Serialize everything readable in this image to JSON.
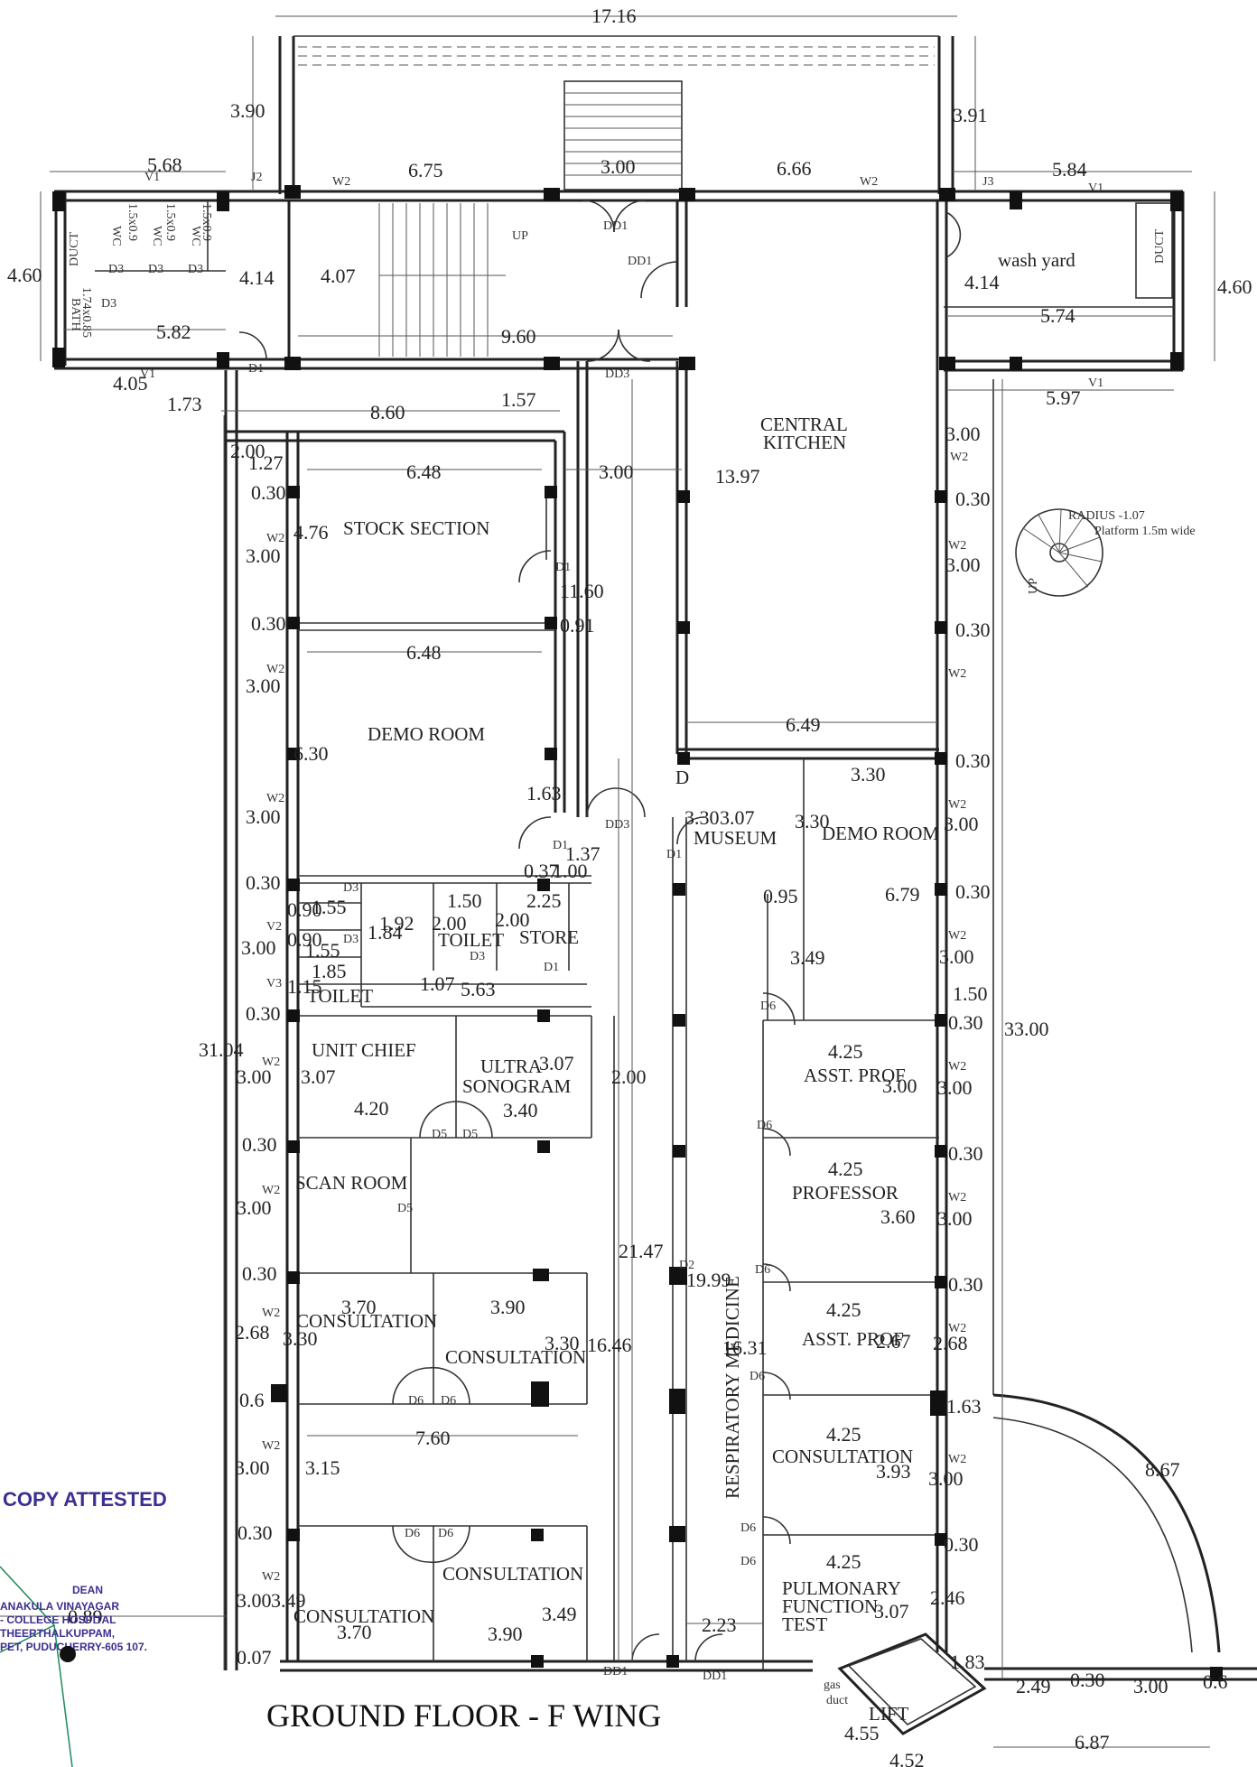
{
  "title": "GROUND FLOOR - F WING",
  "stamp": {
    "heading": "COPY ATTESTED",
    "line1": "DEAN",
    "line2": "ANAKULA VINAYAGAR",
    "line3": "- COLLEGE HOSPITAL",
    "line4": "THEERTHALKUPPAM,",
    "line5": "PET, PUDUCHERRY-605 107."
  },
  "rooms": {
    "central_kitchen_1": "CENTRAL",
    "central_kitchen_2": "KITCHEN",
    "wash_yard": "wash yard",
    "stock_section": "STOCK SECTION",
    "demo_room_left": "DEMO ROOM",
    "museum": "MUSEUM",
    "demo_room_right": "DEMO ROOM",
    "toilet_1": "TOILET",
    "store": "STORE",
    "toilet_2": "TOILET",
    "unit_chief": "UNIT CHIEF",
    "ultra_1": "ULTRA",
    "sonogram": "SONOGRAM",
    "scan_room": "SCAN ROOM",
    "asst_prof_1": "ASST. PROF",
    "professor": "PROFESSOR",
    "asst_prof_2": "ASST. PROF",
    "consultation_1": "CONSULTATION",
    "consultation_2": "CONSULTATION",
    "consultation_3": "CONSULTATION",
    "consultation_4": "CONSULTATION",
    "consultation_5": "CONSULTATION",
    "respiratory": "RESPIRATORY MEDICINE",
    "pulmonary_1": "PULMONARY",
    "pulmonary_2": "FUNCTION",
    "pulmonary_3": "TEST",
    "lift": "LIFT",
    "gas_duct_1": "gas",
    "gas_duct_2": "duct",
    "up_stair": "UP",
    "up_spiral": "UP",
    "duct_left": "DUCT",
    "duct_right": "DUCT",
    "radius_note": "RADIUS -1.07",
    "platform_note": "Platform 1.5m wide"
  },
  "dims": {
    "d17_16": "17.16",
    "d3_90": "3.90",
    "d3_91": "3.91",
    "d5_68": "5.68",
    "d6_75": "6.75",
    "d3_00_top": "3.00",
    "d6_66": "6.66",
    "d5_84": "5.84",
    "d4_60_l": "4.60",
    "d4_60_r": "4.60",
    "d4_14_l": "4.14",
    "d4_07": "4.07",
    "d4_14_r": "4.14",
    "d5_82": "5.82",
    "d9_60": "9.60",
    "d5_74": "5.74",
    "d4_05": "4.05",
    "d1_73": "1.73",
    "d8_60": "8.60",
    "d1_57": "1.57",
    "d5_97": "5.97",
    "d2_00": "2.00",
    "d1_27": "1.27",
    "d6_48_a": "6.48",
    "d3_00_b": "3.00",
    "d13_97": "13.97",
    "d3_00_c": "3.00",
    "d0_30_a": "0.30",
    "d4_76": "4.76",
    "d3_00_d": "3.00",
    "d11_60": "11.60",
    "d0_30_b": "0.30",
    "d0_30_c": "0.30",
    "d3_00_e": "3.00",
    "d6_48_b": "6.48",
    "d0_91": "0.91",
    "d0_30_d": "0.30",
    "d3_00_f": "3.00",
    "d6_30": "6.30",
    "d6_49": "6.49",
    "d0_30_e": "0.30",
    "d3_00_g": "3.00",
    "d1_63": "1.63",
    "d3_30_a": "3.30",
    "d3_30_b": "3.30",
    "d3_07_a": "3.07",
    "d3_30_c": "3.30",
    "d3_00_h": "3.00",
    "d1_37": "1.37",
    "d0_37": "0.37",
    "d1_00": "1.00",
    "d0_30_f": "0.30",
    "d0_95": "0.95",
    "d6_79": "6.79",
    "d0_30_g": "0.30",
    "d0_90_a": "0.90",
    "d1_55_a": "1.55",
    "d1_92": "1.92",
    "d1_50": "1.50",
    "d2_25": "2.25",
    "d2_00_b": "2.00",
    "d1_84": "1.84",
    "d2_00_c": "2.00",
    "d3_00_i": "3.00",
    "d0_90_b": "0.90",
    "d1_55_b": "1.55",
    "d3_49_a": "3.49",
    "d3_00_j": "3.00",
    "d1_85": "1.85",
    "d1_15": "1.15",
    "d1_07": "1.07",
    "d5_63": "5.63",
    "d1_50_b": "1.50",
    "d0_30_h": "0.30",
    "d0_30_i": "0.30",
    "d33_00": "33.00",
    "d31_04": "31.04",
    "d3_00_k": "3.00",
    "d3_07_b": "3.07",
    "d3_07_c": "3.07",
    "d2_00_d": "2.00",
    "d4_25_a": "4.25",
    "d3_00_l": "3.00",
    "d3_00_m": "3.00",
    "d4_20": "4.20",
    "d3_40": "3.40",
    "d0_30_j": "0.30",
    "d0_30_k": "0.30",
    "d3_00_n": "3.00",
    "d4_25_b": "4.25",
    "d3_60": "3.60",
    "d3_00_o": "3.00",
    "d21_47": "21.47",
    "d0_30_l": "0.30",
    "d0_30_m": "0.30",
    "d19_99": "19.99",
    "d2_68_a": "2.68",
    "d3_30_d": "3.30",
    "d3_70_a": "3.70",
    "d3_90_a": "3.90",
    "d3_30_e": "3.30",
    "d16_46": "16.46",
    "d16_31": "16.31",
    "d4_25_c": "4.25",
    "d2_67": "2.67",
    "d2_68_b": "2.68",
    "d0_6": "0.6",
    "d1_63_b": "1.63",
    "d7_60": "7.60",
    "d3_00_p": "3.00",
    "d3_15": "3.15",
    "d4_25_d": "4.25",
    "d3_93": "3.93",
    "d3_00_q": "3.00",
    "d8_67": "8.67",
    "d0_30_n": "0.30",
    "d0_30_o": "0.30",
    "d4_25_e": "4.25",
    "d3_00_r": "3.00",
    "d3_49_b": "3.49",
    "d3_49_c": "3.49",
    "d3_07_d": "3.07",
    "d2_46": "2.46",
    "d3_70_b": "3.70",
    "d3_90_b": "3.90",
    "d2_23": "2.23",
    "d1_83": "1.83",
    "d2_49": "2.49",
    "d0_30_p": "0.30",
    "d3_00_s": "3.00",
    "d0_6b": "0.6",
    "d0_89": "0.89",
    "d0_07": "0.07",
    "d6_87": "6.87",
    "d4_55": "4.55",
    "d4_52": "4.52"
  },
  "tags": {
    "wc1": "WC",
    "wc2": "WC",
    "wc3": "WC",
    "wc_s1": "1.5x0.9",
    "wc_s2": "1.5x0.9",
    "wc_s3": "1.5x0.9",
    "bath": "BATH",
    "bath_s": "1.74x0.85",
    "d3_1": "D3",
    "d3_2": "D3",
    "d3_3": "D3",
    "d3_4": "D3",
    "d3_5": "D3",
    "d3_6": "D3",
    "d3_7": "D3",
    "dd1_1": "DD1",
    "dd1_2": "DD1",
    "dd3_1": "DD3",
    "dd3_2": "DD3",
    "dd1_3": "DD1",
    "dd1_4": "DD1",
    "d1_1": "D1",
    "d1_2": "D1",
    "d1_3": "D1",
    "d1_4": "D1",
    "d1_5": "D1",
    "d_1": "D",
    "d5_1": "D5",
    "d5_2": "D5",
    "d5_3": "D5",
    "d6_1": "D6",
    "d6_2": "D6",
    "d6_3": "D6",
    "d6_4": "D6",
    "d6_5": "D6",
    "d6_6": "D6",
    "d6_7": "D6",
    "d6_8": "D6",
    "d6_9": "D6",
    "d6_10": "D6",
    "d2": "D2",
    "w2_1": "W2",
    "w2_2": "W2",
    "w2_3": "W2",
    "w2_4": "W2",
    "w2_5": "W2",
    "w2_6": "W2",
    "w2_7": "W2",
    "w2_8": "W2",
    "w2_9": "W2",
    "w2_10": "W2",
    "w2_11": "W2",
    "w2_12": "W2",
    "w2_13": "W2",
    "w2_14": "W2",
    "w2_15": "W2",
    "w2_16": "W2",
    "w2_17": "W2",
    "w2_18": "W2",
    "w2_19": "W2",
    "v1_1": "V1",
    "v1_2": "V1",
    "v1_3": "V1",
    "v1_4": "V1",
    "v2": "V2",
    "v3": "V3",
    "j2": "J2",
    "j3": "J3",
    "up_tag": "UP"
  }
}
